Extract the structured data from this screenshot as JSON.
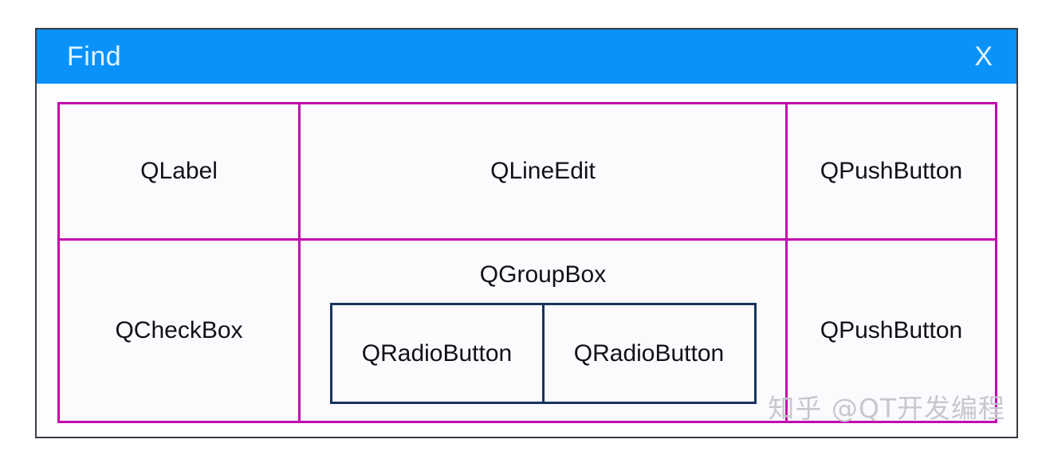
{
  "window": {
    "title": "Find",
    "close_label": "X",
    "titlebar_color": "#0a92fb",
    "titlebar_text_color": "#e3f4ff",
    "frame_border_color": "#3b3b44"
  },
  "layout": {
    "grid_border_color": "#c20aae",
    "cell_background": "#fbfbfe",
    "rows": [
      {
        "cells": [
          {
            "label": "QLabel",
            "name": "qlabel"
          },
          {
            "label": "QLineEdit",
            "name": "qlineedit"
          },
          {
            "label": "QPushButton",
            "name": "qpushbutton-top"
          }
        ]
      },
      {
        "cells": [
          {
            "label": "QCheckBox",
            "name": "qcheckbox"
          },
          {
            "label": "QGroupBox",
            "name": "qgroupbox"
          },
          {
            "label": "QPushButton",
            "name": "qpushbutton-bottom"
          }
        ]
      }
    ]
  },
  "groupbox": {
    "title": "QGroupBox",
    "border_color": "#17335c",
    "radios": [
      {
        "label": "QRadioButton"
      },
      {
        "label": "QRadioButton"
      }
    ]
  },
  "watermark": {
    "text": "知乎 @QT开发编程",
    "color": "#c7c7cf"
  }
}
